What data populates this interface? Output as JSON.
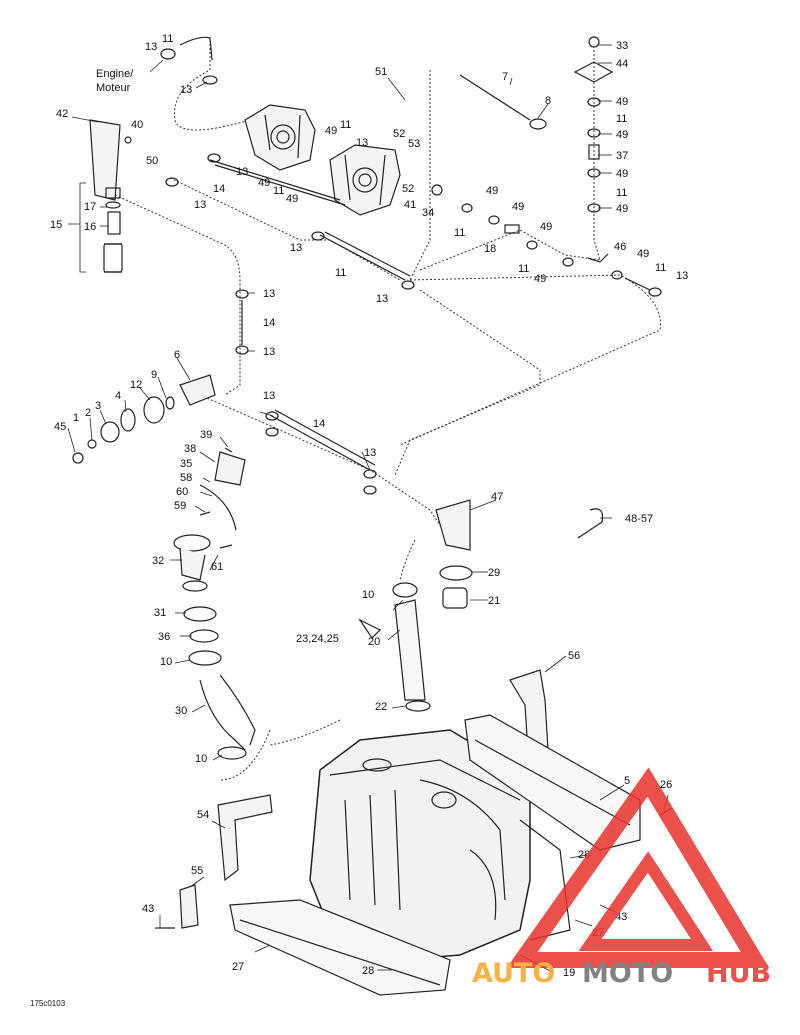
{
  "diagram": {
    "drawing_code": "175c0103",
    "engine_label_line1": "Engine/",
    "engine_label_line2": "Moteur",
    "callouts": {
      "c1": "1",
      "c2": "2",
      "c3": "3",
      "c4": "4",
      "c5": "5",
      "c6": "6",
      "c7": "7",
      "c8": "8",
      "c9": "9",
      "c10a": "10",
      "c10b": "10",
      "c10c": "10",
      "c11a": "11",
      "c11b": "11",
      "c11c": "11",
      "c11d": "11",
      "c11e": "11",
      "c11f": "11",
      "c11g": "11",
      "c11h": "11",
      "c12": "12",
      "c13a": "13",
      "c13b": "13",
      "c13c": "13",
      "c13d": "13",
      "c13e": "13",
      "c13f": "13",
      "c13g": "13",
      "c13h": "13",
      "c13i": "13",
      "c13j": "13",
      "c13k": "13",
      "c13l": "13",
      "c14a": "14",
      "c14b": "14",
      "c14c": "14",
      "c15": "15",
      "c16": "16",
      "c17": "17",
      "c18": "18",
      "c19": "19",
      "c20": "20",
      "c21": "21",
      "c22": "22",
      "c23": "23,24,25",
      "c26": "26",
      "c27a": "27",
      "c27b": "27",
      "c28a": "28",
      "c28b": "28",
      "c29": "29",
      "c30": "30",
      "c31": "31",
      "c32": "32",
      "c33": "33",
      "c34": "34",
      "c35": "35",
      "c36": "36",
      "c37": "37",
      "c38": "38",
      "c39": "39",
      "c40": "40",
      "c41": "41",
      "c42": "42",
      "c43a": "43",
      "c43b": "43",
      "c44": "44",
      "c45": "45",
      "c46": "46",
      "c47": "47",
      "c48": "48-57",
      "c49a": "49",
      "c49b": "49",
      "c49c": "49",
      "c49d": "49",
      "c49e": "49",
      "c49f": "49",
      "c49g": "49",
      "c49h": "49",
      "c49i": "49",
      "c49j": "49",
      "c49k": "49",
      "c50": "50",
      "c51": "51",
      "c52a": "52",
      "c52b": "52",
      "c53": "53",
      "c54": "54",
      "c55": "55",
      "c56": "56",
      "c58": "58",
      "c59": "59",
      "c60": "60",
      "c61": "61"
    }
  },
  "watermark": {
    "part1": "AUTO",
    "part2": "MOTO",
    "part3": "HUB",
    "color_orange": "#f5a623",
    "color_gray": "#6d6d6d",
    "color_red": "#e8322c"
  }
}
